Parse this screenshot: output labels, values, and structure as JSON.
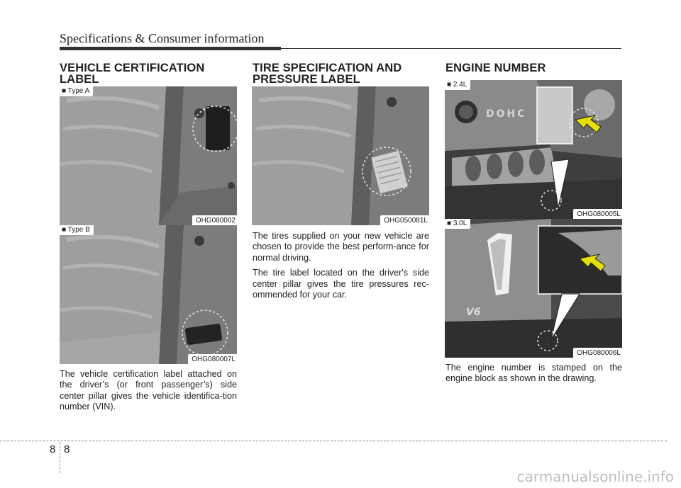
{
  "header": {
    "title": "Specifications & Consumer information"
  },
  "sections": {
    "vehicle": {
      "title": "VEHICLE CERTIFICATION\nLABEL",
      "photos": [
        {
          "tag": "■ Type A",
          "code": "OHG080002"
        },
        {
          "tag": "■ Type B",
          "code": "OHG080007L"
        }
      ],
      "text": "The vehicle certification label attached on the driver’s (or front passenger’s) side center pillar gives the vehicle identifica-tion number (VIN)."
    },
    "tire": {
      "title": "TIRE SPECIFICATION AND\nPRESSURE LABEL",
      "photo": {
        "code": "OHG050081L"
      },
      "paragraphs": [
        "The tires supplied on your new vehicle are chosen to provide the best perform-ance for normal driving.",
        "The tire label located on the driver's side center pillar gives the tire pressures rec-ommended for your car."
      ]
    },
    "engine": {
      "title": "ENGINE NUMBER",
      "photos": [
        {
          "tag": "■ 2.4L",
          "code": "OHG080005L",
          "badge": "DOHC"
        },
        {
          "tag": "■ 3.0L",
          "code": "OHG080006L",
          "badge": "V6"
        }
      ],
      "text": "The engine number is stamped on the engine block as shown in the drawing."
    }
  },
  "footer": {
    "section_num": "8",
    "page_num": "8"
  },
  "watermark": "carmanualsonline.info"
}
